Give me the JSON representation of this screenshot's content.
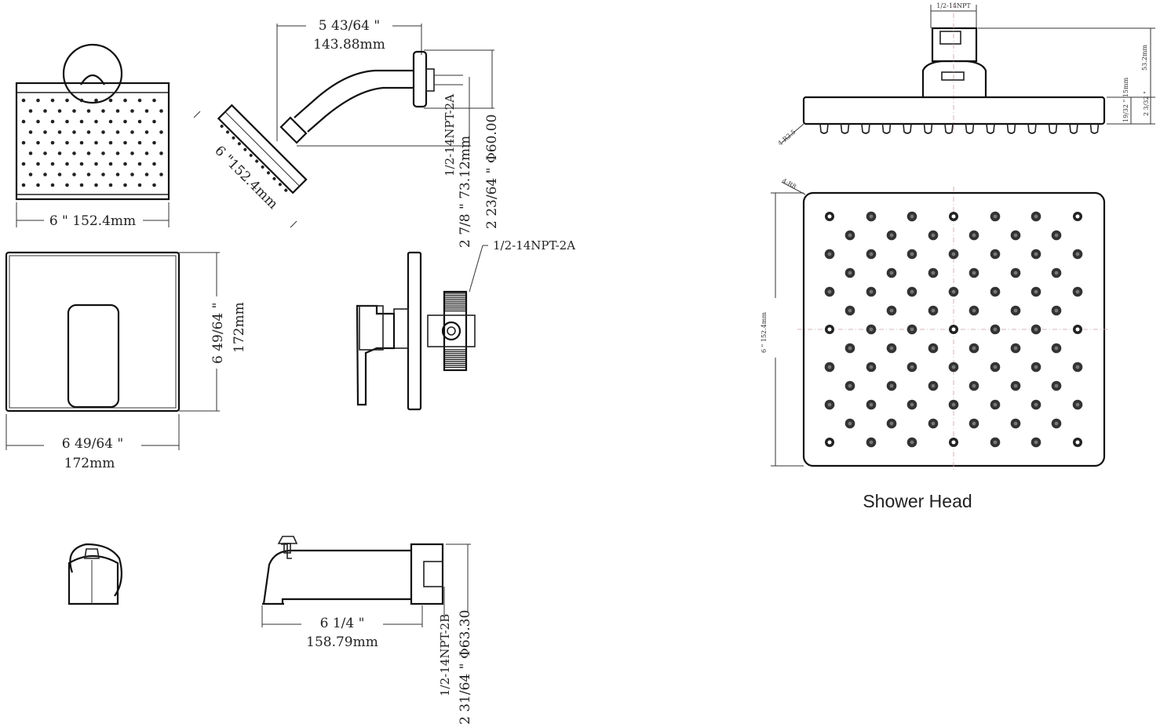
{
  "labels": {
    "arm_length_in": "5 43/64 \"",
    "arm_length_mm": "143.88mm",
    "head_front_width": "6 \" 152.4mm",
    "head_side_width": "6 \"152.4mm",
    "arm_thread": "1/2-14NPT-2A",
    "arm_drop": "2 7/8 \" 73.12mm",
    "flange_dia": "2 23/64 \" Φ60.00",
    "valve_thread": "1/2-14NPT-2A",
    "trim_height_in": "6 49/64 \"",
    "trim_height_mm": "172mm",
    "trim_width_in": "6 49/64 \"",
    "trim_width_mm": "172mm",
    "spout_length_in": "6 1/4 \"",
    "spout_length_mm": "158.79mm",
    "spout_thread": "1/2-14NPT-2B",
    "spout_flange": "2 31/64 \" Φ63.30",
    "sh_top_thread": "1/2-14NPT",
    "sh_height": "53.2mm",
    "sh_height_in": "2 3/32 \"",
    "sh_plate": "19/32 \" 15mm",
    "sh_radius_side": "4-R2.5",
    "sh_radius_face": "4-R8",
    "sh_face_size": "6 \" 152.4mm",
    "caption": "Shower Head"
  }
}
